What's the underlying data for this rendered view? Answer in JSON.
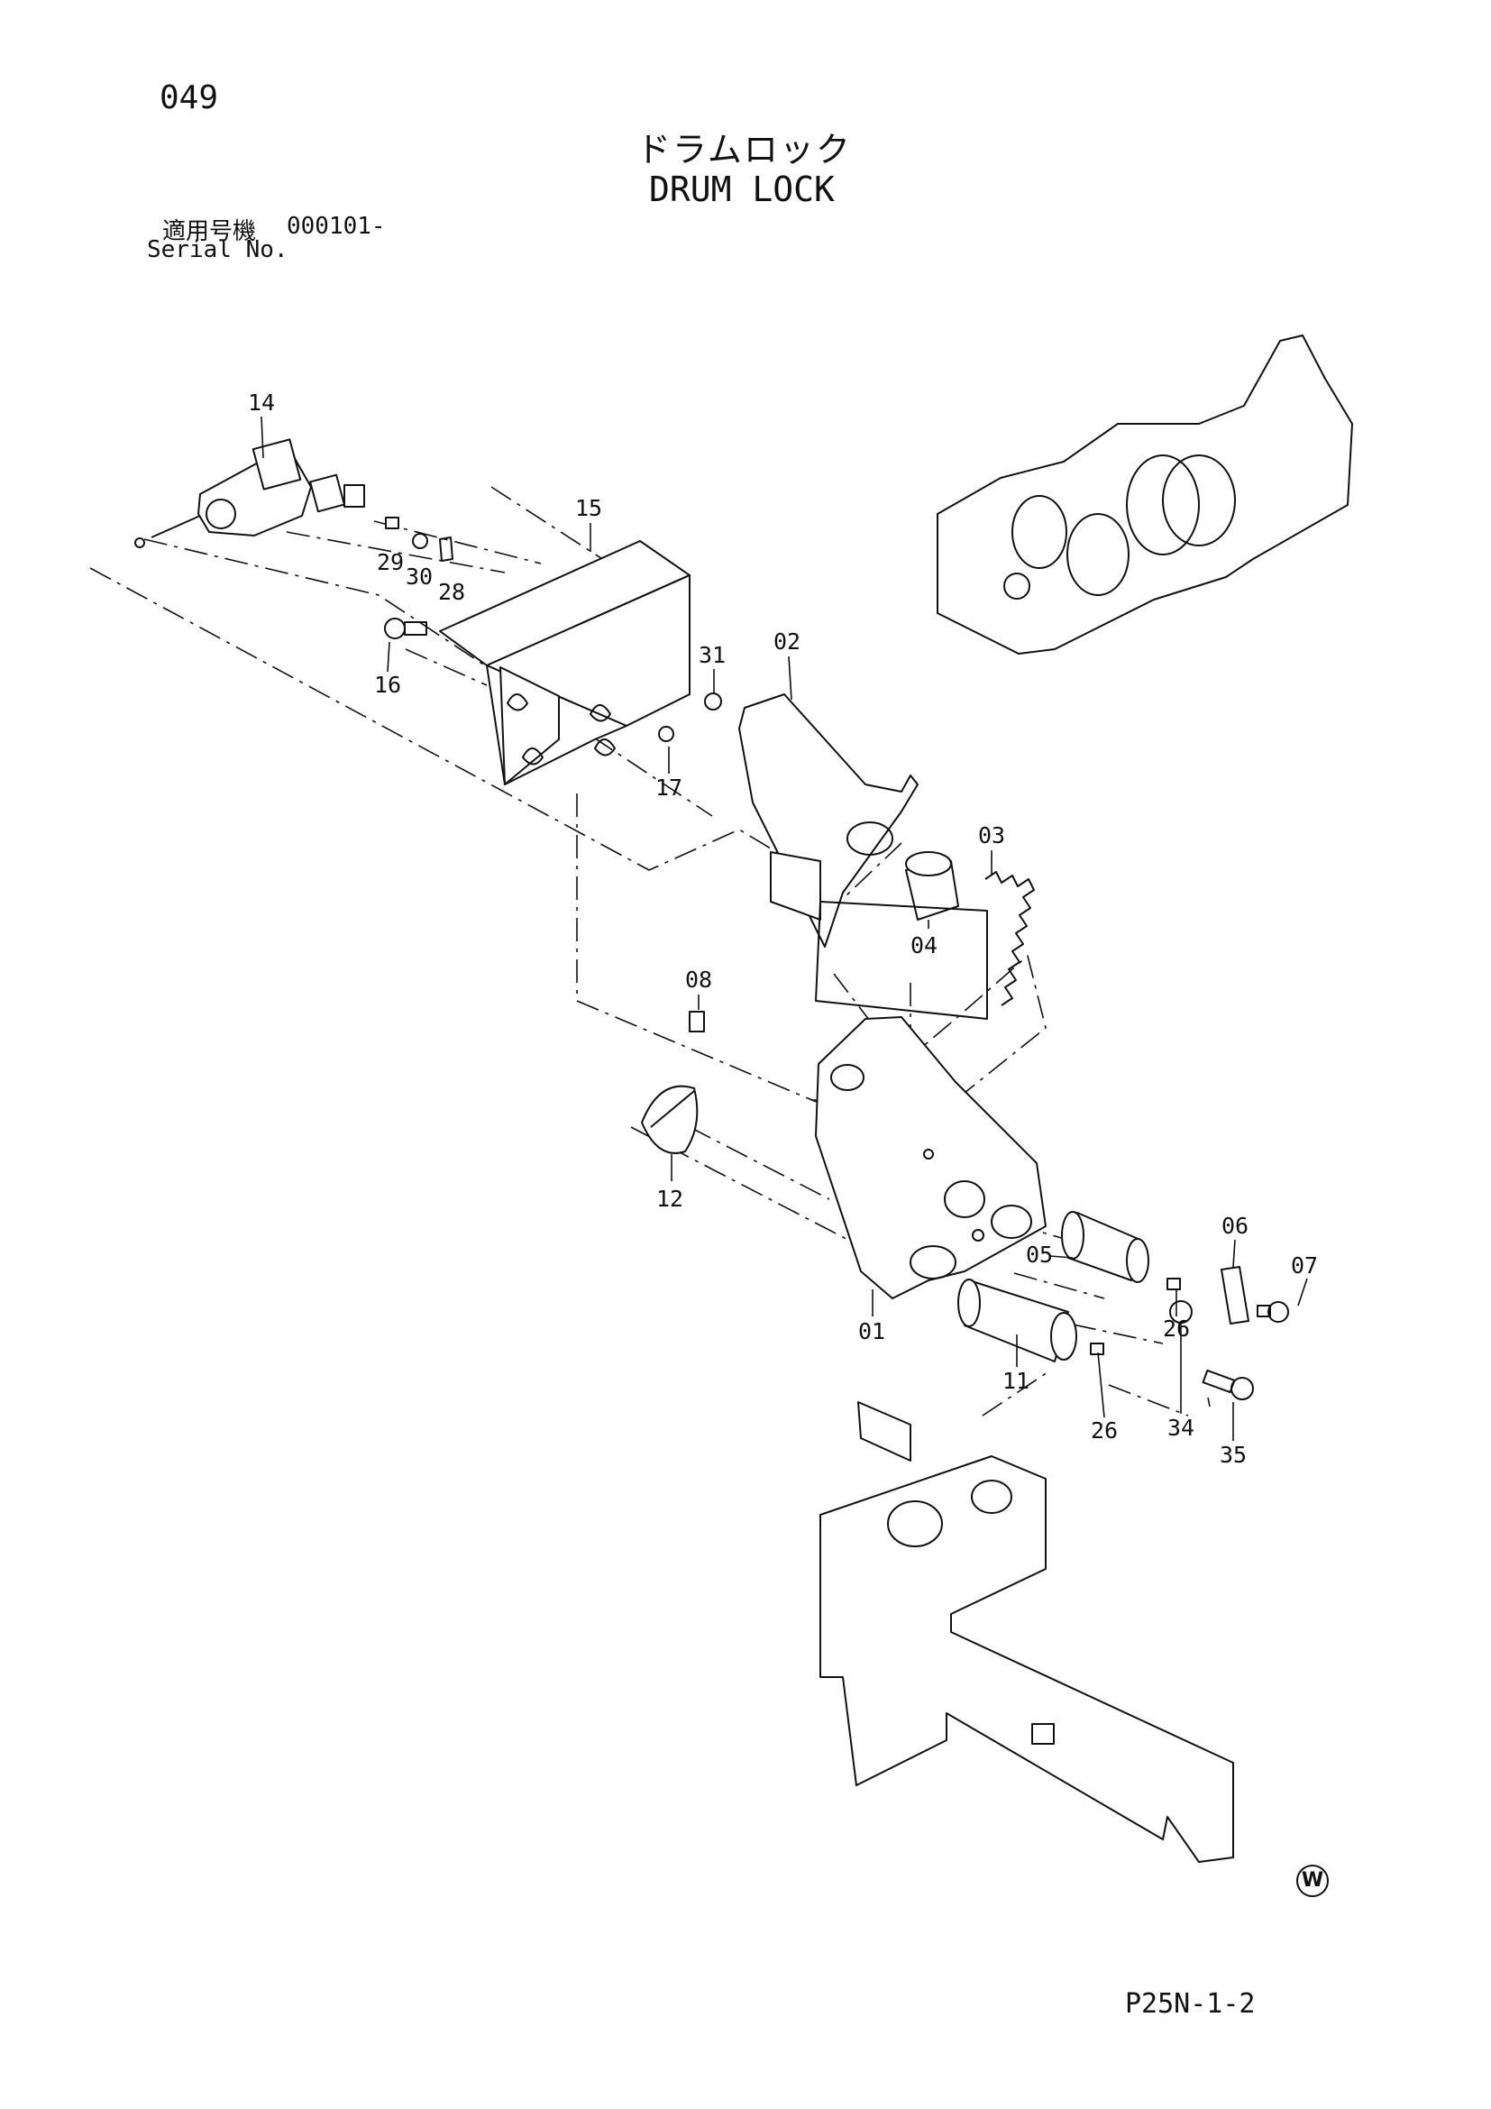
{
  "header": {
    "page_number": "049",
    "title_jp": "ドラムロック",
    "title_en": "DRUM LOCK",
    "serial_label_jp": "適用号機",
    "serial_range": "000101-",
    "serial_label_en": "Serial No."
  },
  "diagram": {
    "part_labels": [
      "14",
      "15",
      "29",
      "30",
      "28",
      "16",
      "31",
      "17",
      "02",
      "03",
      "04",
      "08",
      "12",
      "06",
      "07",
      "05",
      "26",
      "01",
      "11",
      "26",
      "34",
      "35"
    ]
  },
  "footer": {
    "code": "P25N-1-2",
    "mark": "W"
  }
}
